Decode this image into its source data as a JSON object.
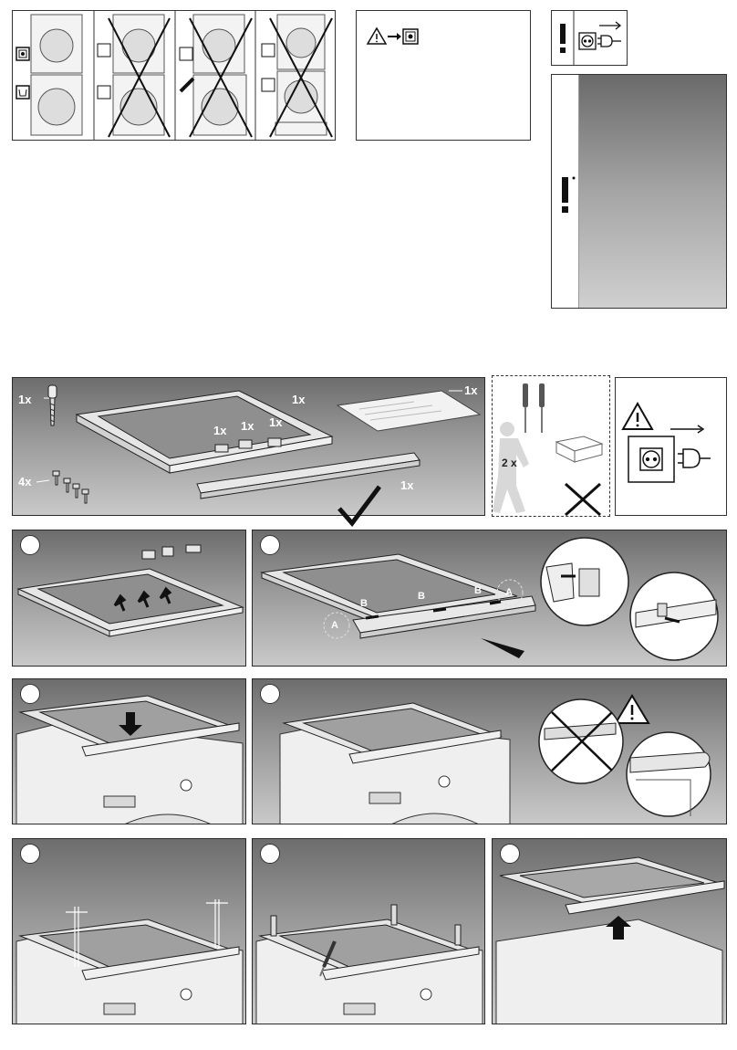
{
  "overview": {
    "quantity_labels": {
      "screw": "1x",
      "frame": "1x",
      "manual": "1x",
      "clip_a": "1x",
      "clip_b": "1x",
      "clip_c": "1x",
      "small_screws": "4x",
      "strip": "1x"
    },
    "persons_label": "2 x"
  },
  "step2": {
    "marker_a": "A",
    "marker_b": "B"
  }
}
